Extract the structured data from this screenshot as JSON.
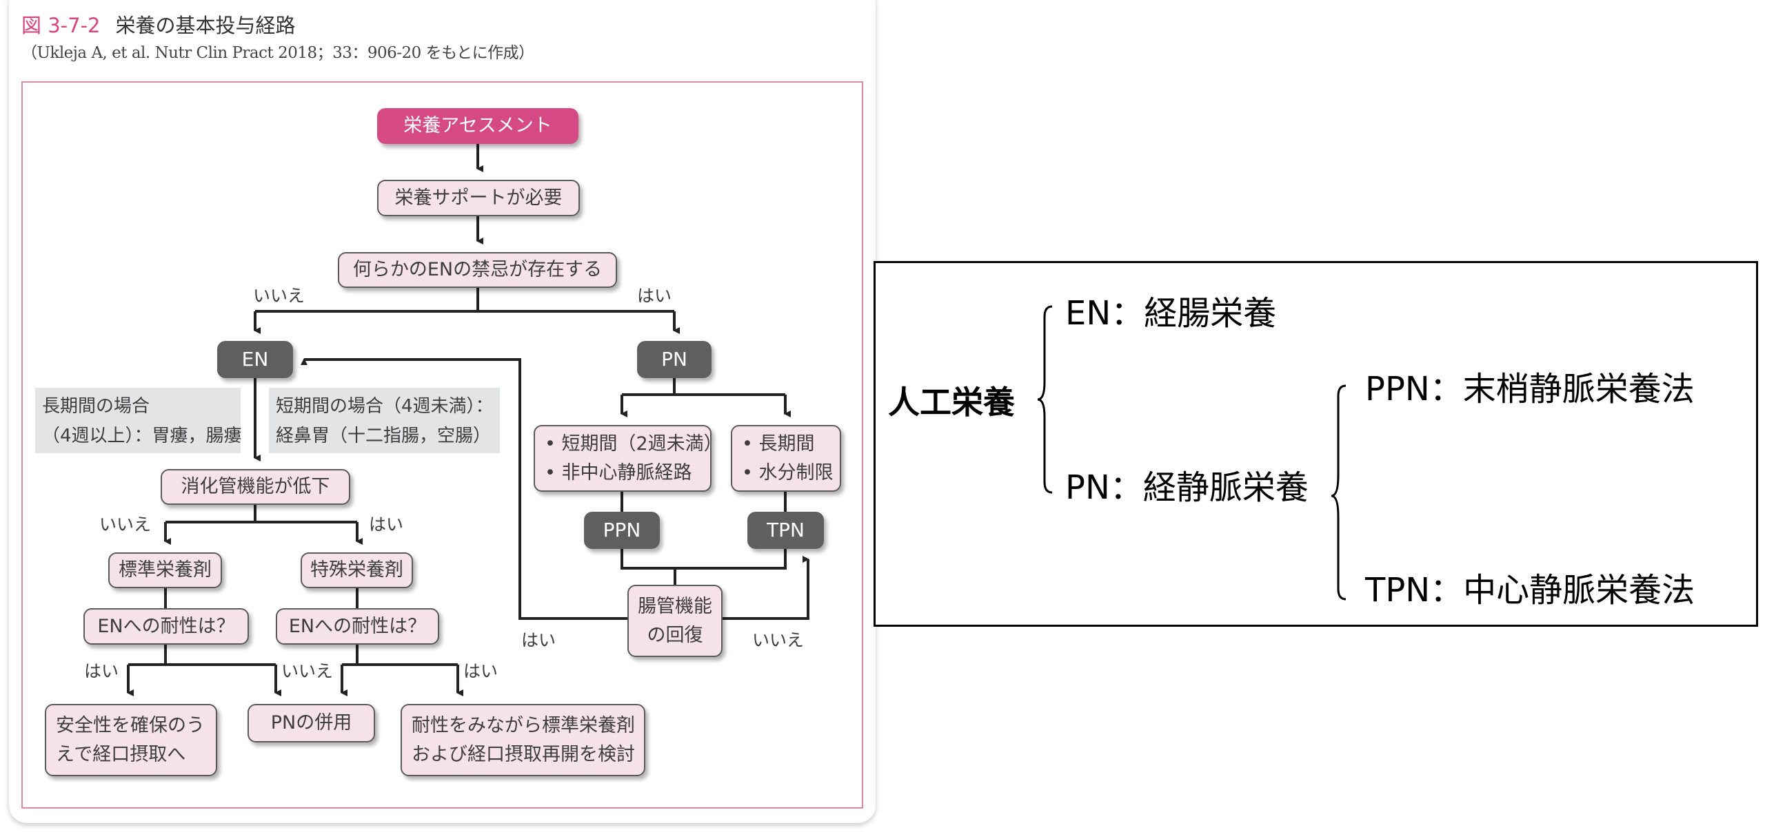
{
  "figure": {
    "number": "図 3-7-2",
    "title": "栄養の基本投与経路",
    "source": "（Ukleja A, et al. Nutr Clin Pract 2018；33：906-20 をもとに作成）"
  },
  "flowchart": {
    "nodes": {
      "assessment": "栄養アセスメント",
      "support_needed": "栄養サポートが必要",
      "en_contraindication": "何らかのENの禁忌が存在する",
      "en": "EN",
      "pn": "PN",
      "long_term_note": [
        "長期間の場合",
        "（4週以上）：胃瘻，腸瘻"
      ],
      "short_term_note": [
        "短期間の場合（4週未満）：",
        "経鼻胃（十二指腸，空腸）"
      ],
      "gi_function_decline": "消化管機能が低下",
      "standard_formula": "標準栄養剤",
      "special_formula": "特殊栄養剤",
      "tolerance_left": "ENへの耐性は？",
      "tolerance_right": "ENへの耐性は？",
      "oral_safely": [
        "安全性を確保のう",
        "えで経口摂取へ"
      ],
      "pn_combined": "PNの併用",
      "consider_resume": [
        "耐性をみながら標準栄養剤",
        "および経口摂取再開を検討"
      ],
      "ppn_criteria": [
        "• 短期間（2週未満）",
        "• 非中心静脈経路"
      ],
      "tpn_criteria": [
        "• 長期間",
        "• 水分制限"
      ],
      "ppn": "PPN",
      "tpn": "TPN",
      "gut_recovery": [
        "腸管機能",
        "の回復"
      ]
    },
    "edge_labels": {
      "contra_no": "いいえ",
      "contra_yes": "はい",
      "gi_no": "いいえ",
      "gi_yes": "はい",
      "tol_left_yes": "はい",
      "tol_right_no": "いいえ",
      "tol_right_yes": "はい",
      "recovery_yes": "はい",
      "recovery_no": "いいえ"
    },
    "colors": {
      "accent_pink": "#d54a84",
      "node_fill": "#f6e3ea",
      "dark_node": "#5f5f5f",
      "note_gray": "#e3e4e5",
      "frame_border": "#d98aa9"
    }
  },
  "classification": {
    "root": "人工栄養",
    "en": "EN：経腸栄養",
    "pn": "PN：経静脈栄養",
    "ppn": "PPN：末梢静脈栄養法",
    "tpn": "TPN：中心静脈栄養法"
  }
}
